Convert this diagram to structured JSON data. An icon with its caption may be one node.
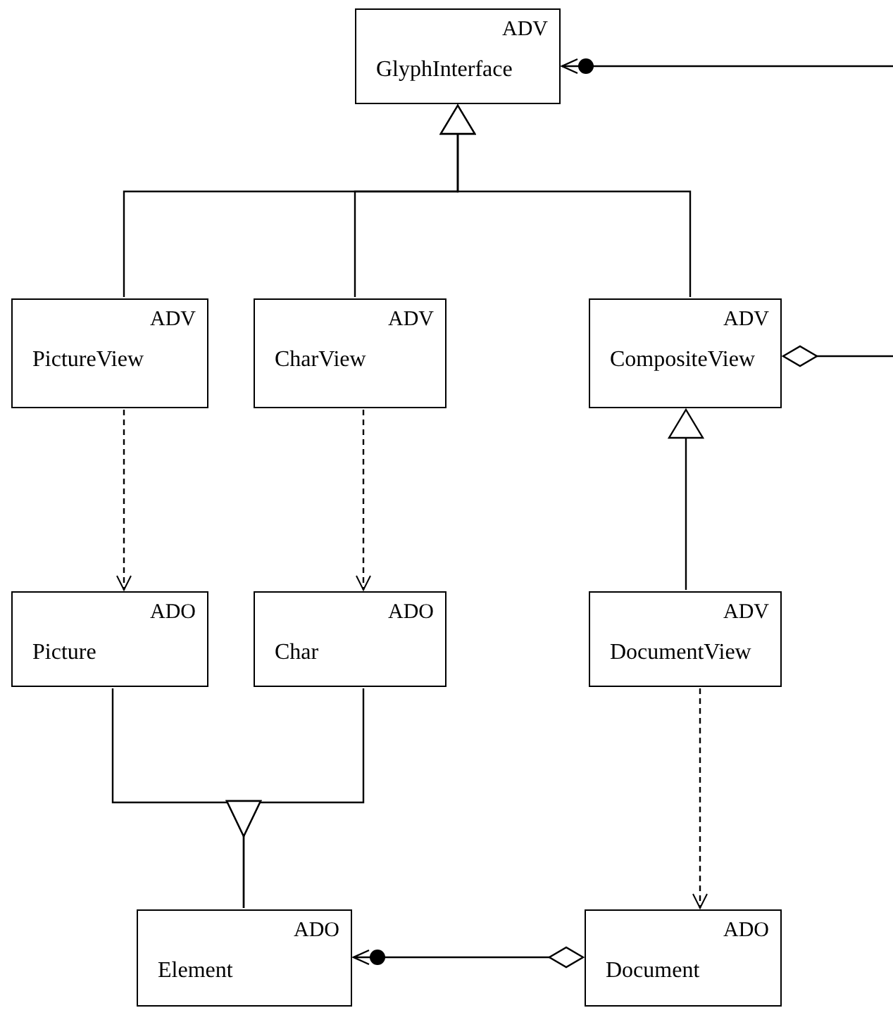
{
  "diagram": {
    "nodes": [
      {
        "text": [
          "ADV",
          "GlyphInterface"
        ]
      },
      {
        "text": [
          "ADV",
          "PictureView"
        ]
      },
      {
        "text": [
          "ADV",
          "CharView"
        ]
      },
      {
        "text": [
          "ADV",
          "CompositeView"
        ]
      },
      {
        "text": [
          "ADO",
          "Picture"
        ]
      },
      {
        "text": [
          "ADO",
          "Char"
        ]
      },
      {
        "text": [
          "ADV",
          "DocumentView"
        ]
      },
      {
        "text": [
          "ADO",
          "Element"
        ]
      },
      {
        "text": [
          "ADO",
          "Document"
        ]
      }
    ],
    "edges": [
      {
        "from": null,
        "to": 0,
        "arrow": "to"
      },
      {
        "from": 1,
        "to": 0,
        "arrow": "to"
      },
      {
        "from": 2,
        "to": 0,
        "arrow": "to"
      },
      {
        "from": 3,
        "to": 0,
        "arrow": "to"
      },
      {
        "from": null,
        "to": 3,
        "arrow": "other"
      },
      {
        "from": 1,
        "to": 4,
        "arrow": "to",
        "style": "dashed"
      },
      {
        "from": 2,
        "to": 5,
        "arrow": "to",
        "style": "dashed"
      },
      {
        "from": 6,
        "to": 3,
        "arrow": "to"
      },
      {
        "from": 6,
        "to": 8,
        "arrow": "to",
        "style": "dashed"
      },
      {
        "from": 4,
        "to": 7,
        "arrow": "to"
      },
      {
        "from": 5,
        "to": 7,
        "arrow": "to"
      },
      {
        "from": 8,
        "to": 7,
        "arrow": "to"
      }
    ]
  }
}
